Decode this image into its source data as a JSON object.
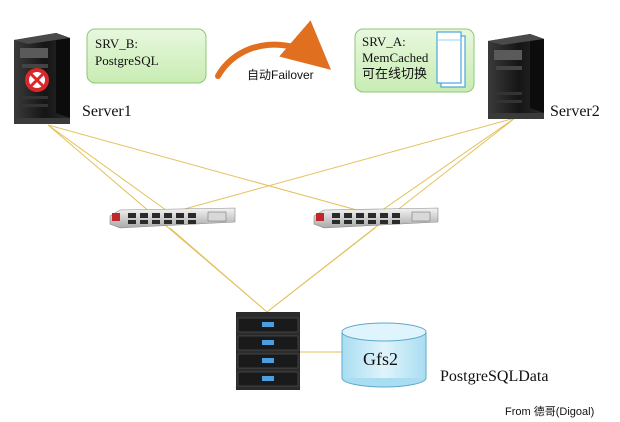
{
  "colors": {
    "link_line": "#E3C25C",
    "box_fill": "#D6F2C6",
    "box_border": "#8CC778",
    "storage_fill": "#BFE8F7",
    "storage_border": "#5FA9C9",
    "server_dark": "#1c1c1c",
    "fail_red": "#d9282a"
  },
  "server1": {
    "label": "Server1",
    "service_lines": [
      "SRV_B:",
      "PostgreSQL"
    ],
    "status_icon": "fail-x-icon"
  },
  "server2": {
    "label": "Server2",
    "service_lines": [
      "SRV_A:",
      "MemCached",
      "可在线切换"
    ]
  },
  "failover": {
    "label": "自动Failover"
  },
  "switches": [
    {
      "icon": "fc-switch-icon"
    },
    {
      "icon": "fc-switch-icon"
    }
  ],
  "storage": {
    "icon": "storage-array-icon",
    "volume_label": "Gfs2",
    "data_label": "PostgreSQLData"
  },
  "credit": "From 德哥(Digoal)"
}
